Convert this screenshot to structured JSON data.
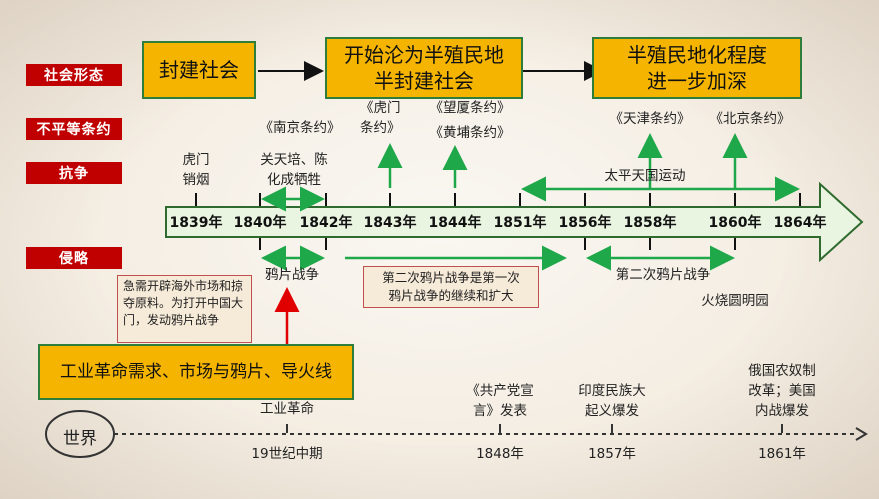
{
  "row_labels": {
    "social_form": "社会形态",
    "treaties": "不平等条约",
    "resistance": "抗争",
    "aggression": "侵略"
  },
  "boxes": {
    "feudal": "封建社会",
    "semi": "开始沦为半殖民地\n半封建社会",
    "deepen": "半殖民地化程度\n进一步加深",
    "world_cause": "工业革命需求、市场与鸦片、导火线"
  },
  "treaties": {
    "nanjing": "《南京条约》",
    "humen": "《虎门\n条约》",
    "wangxia": "《望厦条约》",
    "huangpu": "《黄埔条约》",
    "tianjin": "《天津条约》",
    "beijing": "《北京条约》"
  },
  "resistance": {
    "humen_destroy": "虎门\n销烟",
    "guan_chen": "关天培、陈\n化成牺牲",
    "taiping": "太平天国运动"
  },
  "years": [
    "1839年",
    "1840年",
    "1842年",
    "1843年",
    "1844年",
    "1851年",
    "1856年",
    "1858年",
    "1860年",
    "1864年"
  ],
  "aggression": {
    "opium_war": "鸦片战争",
    "second_note": "第二次鸦片战争是第一次\n鸦片战争的继续和扩大",
    "second_war": "第二次鸦片战争",
    "burn": "火烧圆明园",
    "motive": "急需开辟海外市场和掠夺原料。为打开中国大门，发动鸦片战争"
  },
  "world": {
    "label": "世界",
    "industrial": "工业革命",
    "mid19": "19世纪中期",
    "manifesto": "《共产党宣\n言》发表",
    "y1848": "1848年",
    "india": "印度民族大\n起义爆发",
    "y1857": "1857年",
    "russia": "俄国农奴制\n改革；美国\n内战爆发",
    "y1861": "1861年"
  },
  "colors": {
    "label_red": "#c00000",
    "box_yellow": "#f4b400",
    "box_border_green": "#2f7d3a",
    "arrow_green": "#1ea84a",
    "arrow_red": "#e00000",
    "timeline_fill": "#e9f5e1",
    "timeline_stroke": "#2f6b2f"
  }
}
